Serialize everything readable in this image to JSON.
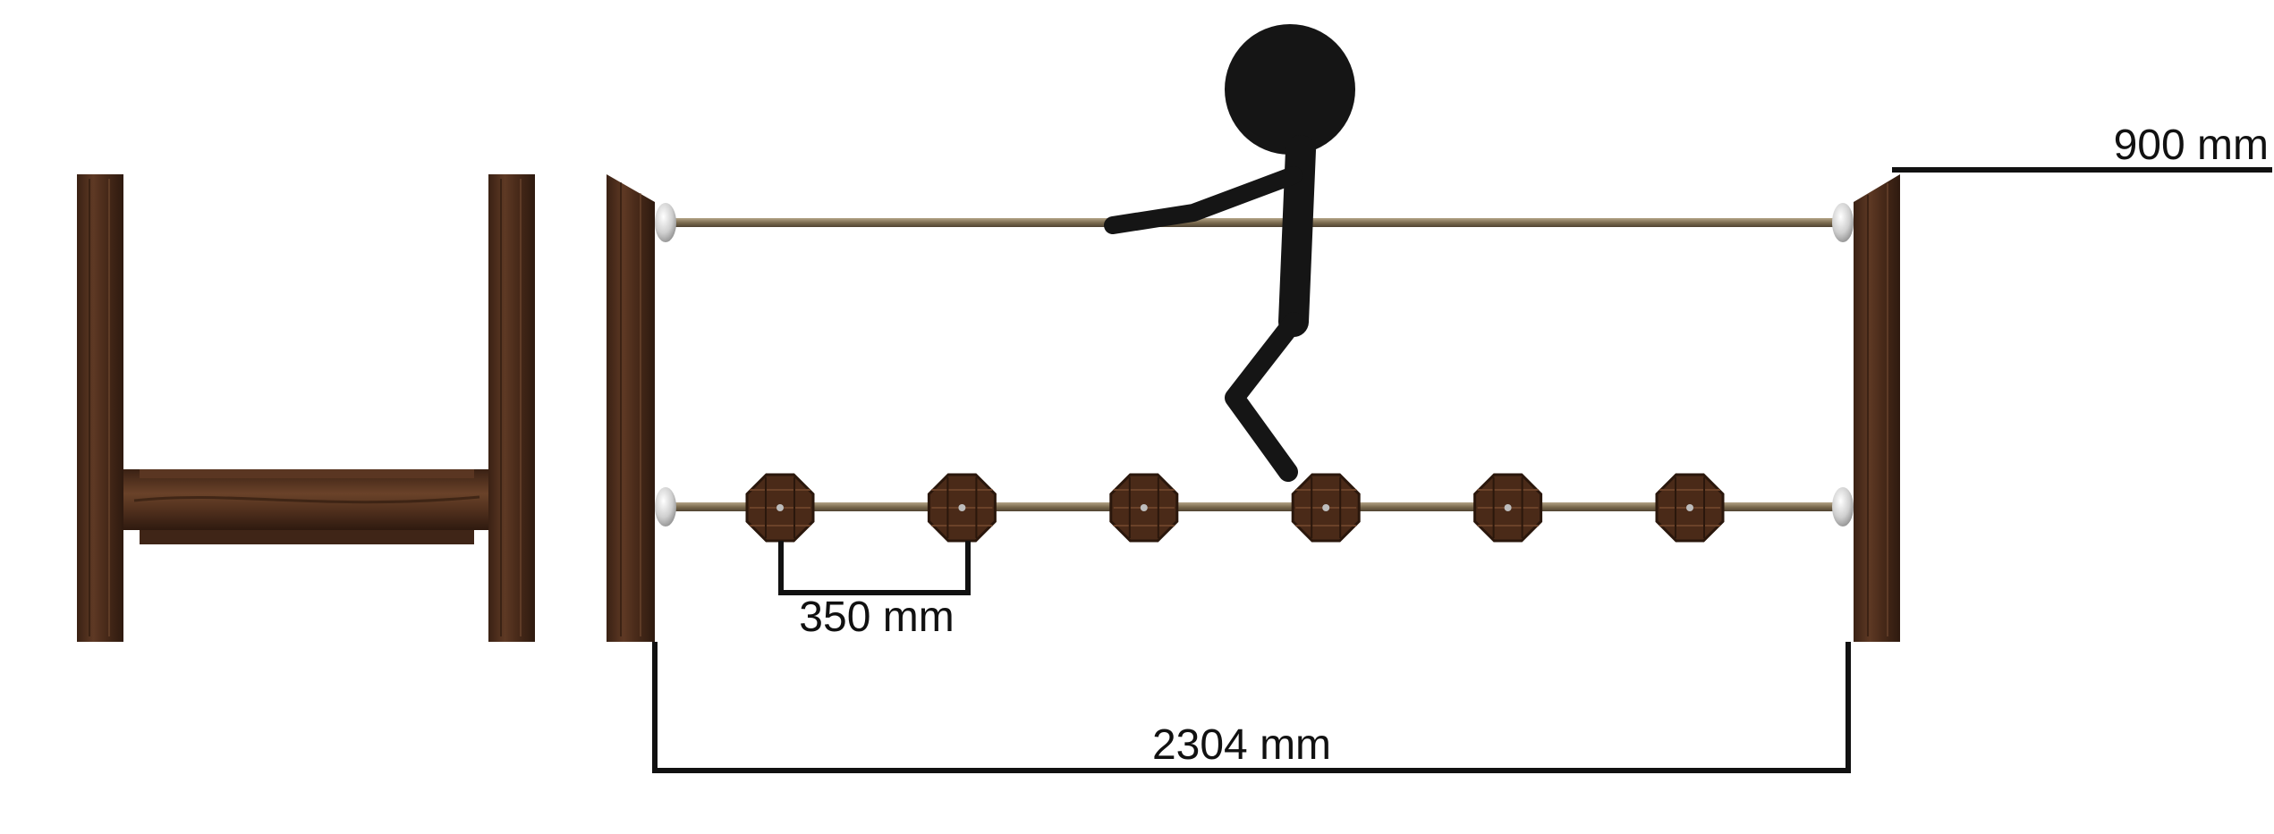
{
  "dimensions": {
    "height_label": "900 mm",
    "step_spacing_label": "350 mm",
    "span_label": "2304 mm"
  },
  "colors": {
    "wood_dark": "#3f2517",
    "wood_mid": "#5a3622",
    "wood_light": "#7a5035",
    "rope": "#8a7a60",
    "figure": "#151515",
    "dimension_line": "#111111",
    "cap": "#d9d9d9"
  },
  "steps": {
    "count": 6
  }
}
